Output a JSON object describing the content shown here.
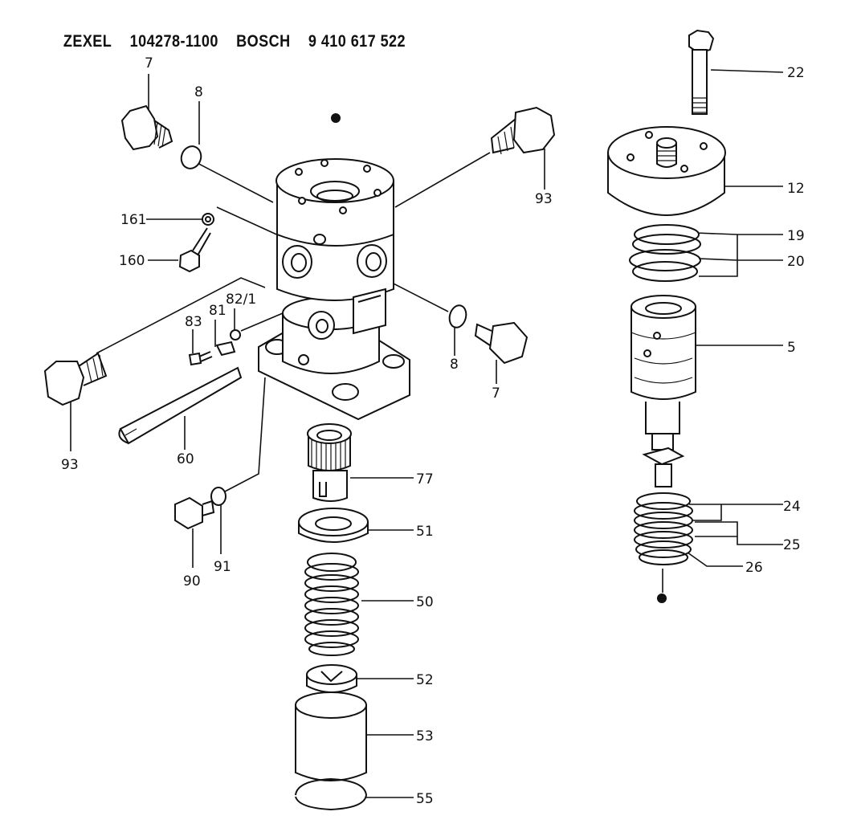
{
  "header": {
    "brand1": "ZEXEL",
    "part_no1": "104278-1100",
    "brand2": "BOSCH",
    "part_no2": "9 410 617 522"
  },
  "callouts": {
    "c7a": "7",
    "c8a": "8",
    "c93a": "93",
    "c161": "161",
    "c160": "160",
    "c83": "83",
    "c81": "81",
    "c82": "82/1",
    "c8b": "8",
    "c7b": "7",
    "c93b": "93",
    "c60": "60",
    "c77": "77",
    "c51": "51",
    "c90": "90",
    "c91": "91",
    "c50": "50",
    "c52": "52",
    "c53": "53",
    "c55": "55",
    "c22": "22",
    "c12": "12",
    "c19": "19",
    "c20": "20",
    "c5": "5",
    "c24": "24",
    "c25": "25",
    "c26": "26"
  }
}
